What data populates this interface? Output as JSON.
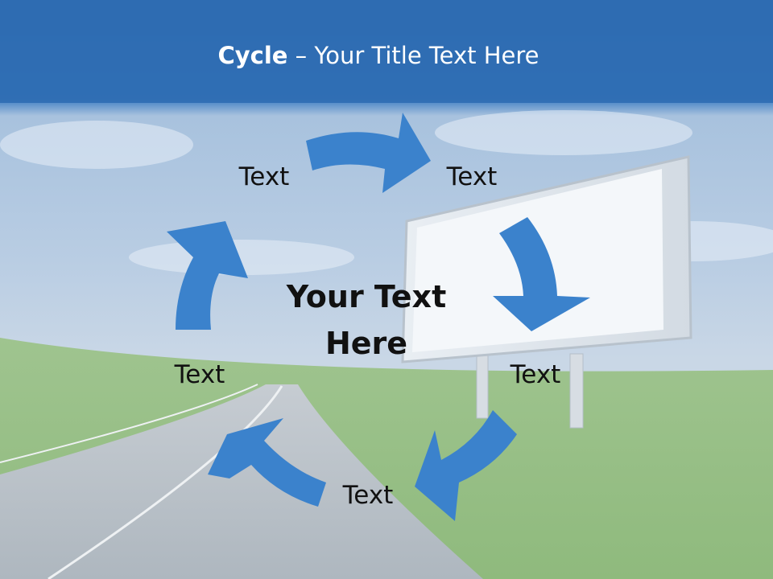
{
  "slide": {
    "title_bold": "Cycle",
    "title_rest": " – Your Title Text Here",
    "center_text_line1": "Your Text",
    "center_text_line2": "Here",
    "labels": [
      "Text",
      "Text",
      "Text",
      "Text",
      "Text"
    ]
  },
  "colors": {
    "header_blue": "#2f6db3",
    "arrow_blue": "#3b82cc",
    "sky": "#7fa6d0",
    "grass": "#7fb36a",
    "road": "#b9c2c9"
  }
}
